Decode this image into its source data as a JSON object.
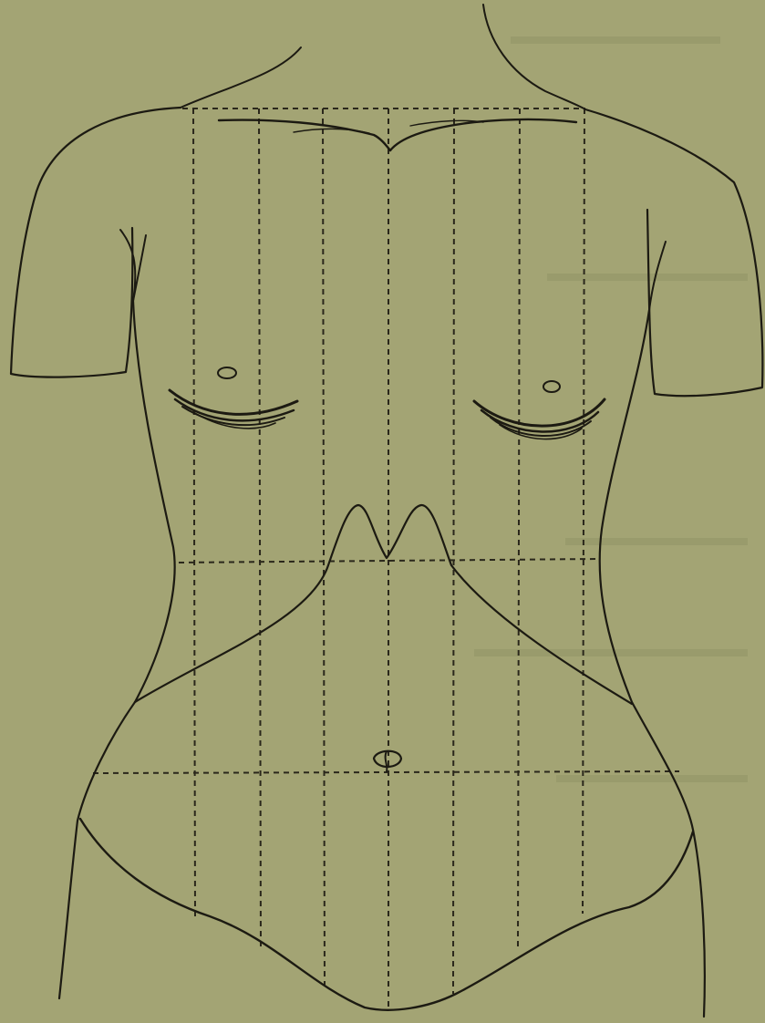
{
  "figure": {
    "paper_color": "#a3a474",
    "ink_color": "#1c1a12",
    "caption": ""
  },
  "grid": {
    "style": "dashed",
    "vertical_line_count": 7,
    "horizontal_line_count": 3
  },
  "icons": {
    "torso": "torso-outline-icon",
    "nipple": "nipple-icon",
    "navel": "navel-icon"
  }
}
